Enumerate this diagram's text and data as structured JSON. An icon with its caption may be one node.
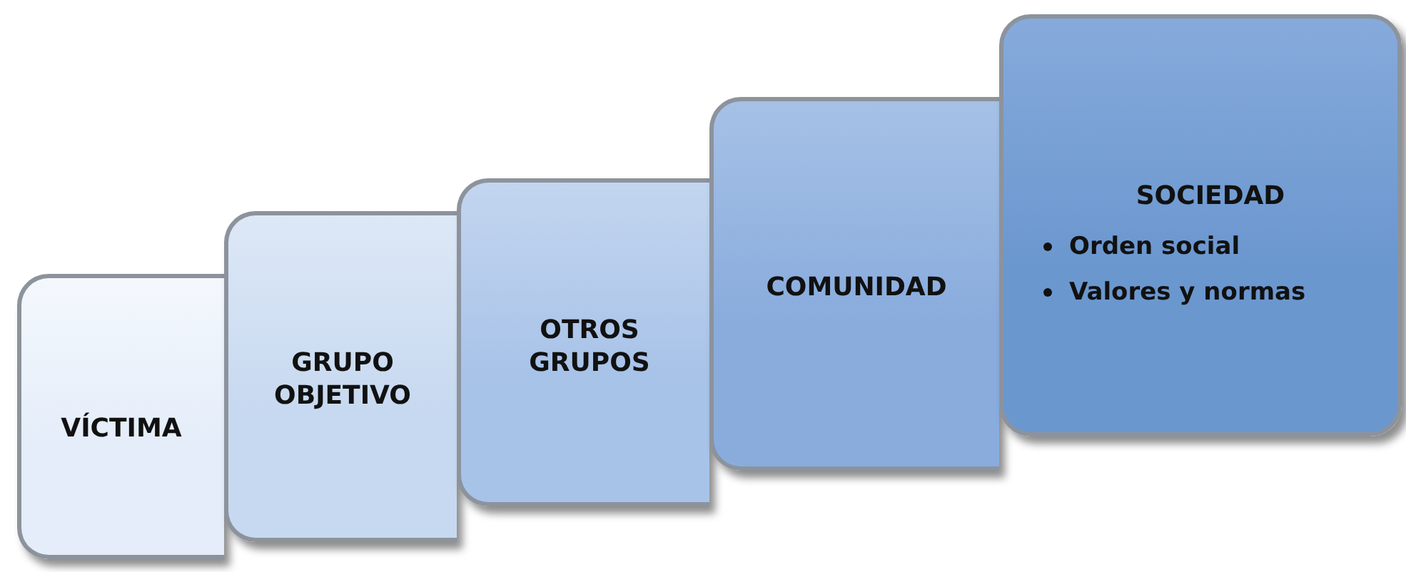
{
  "diagram": {
    "nodes": [
      {
        "text": [
          "VÍCTIMA"
        ]
      },
      {
        "text": [
          "GRUPO OBJETIVO"
        ]
      },
      {
        "text": [
          "OTROS GRUPOS"
        ]
      },
      {
        "text": [
          "COMUNIDAD"
        ]
      },
      {
        "text": [
          "SOCIEDAD",
          "Orden social",
          "Valores y normas"
        ]
      }
    ]
  }
}
